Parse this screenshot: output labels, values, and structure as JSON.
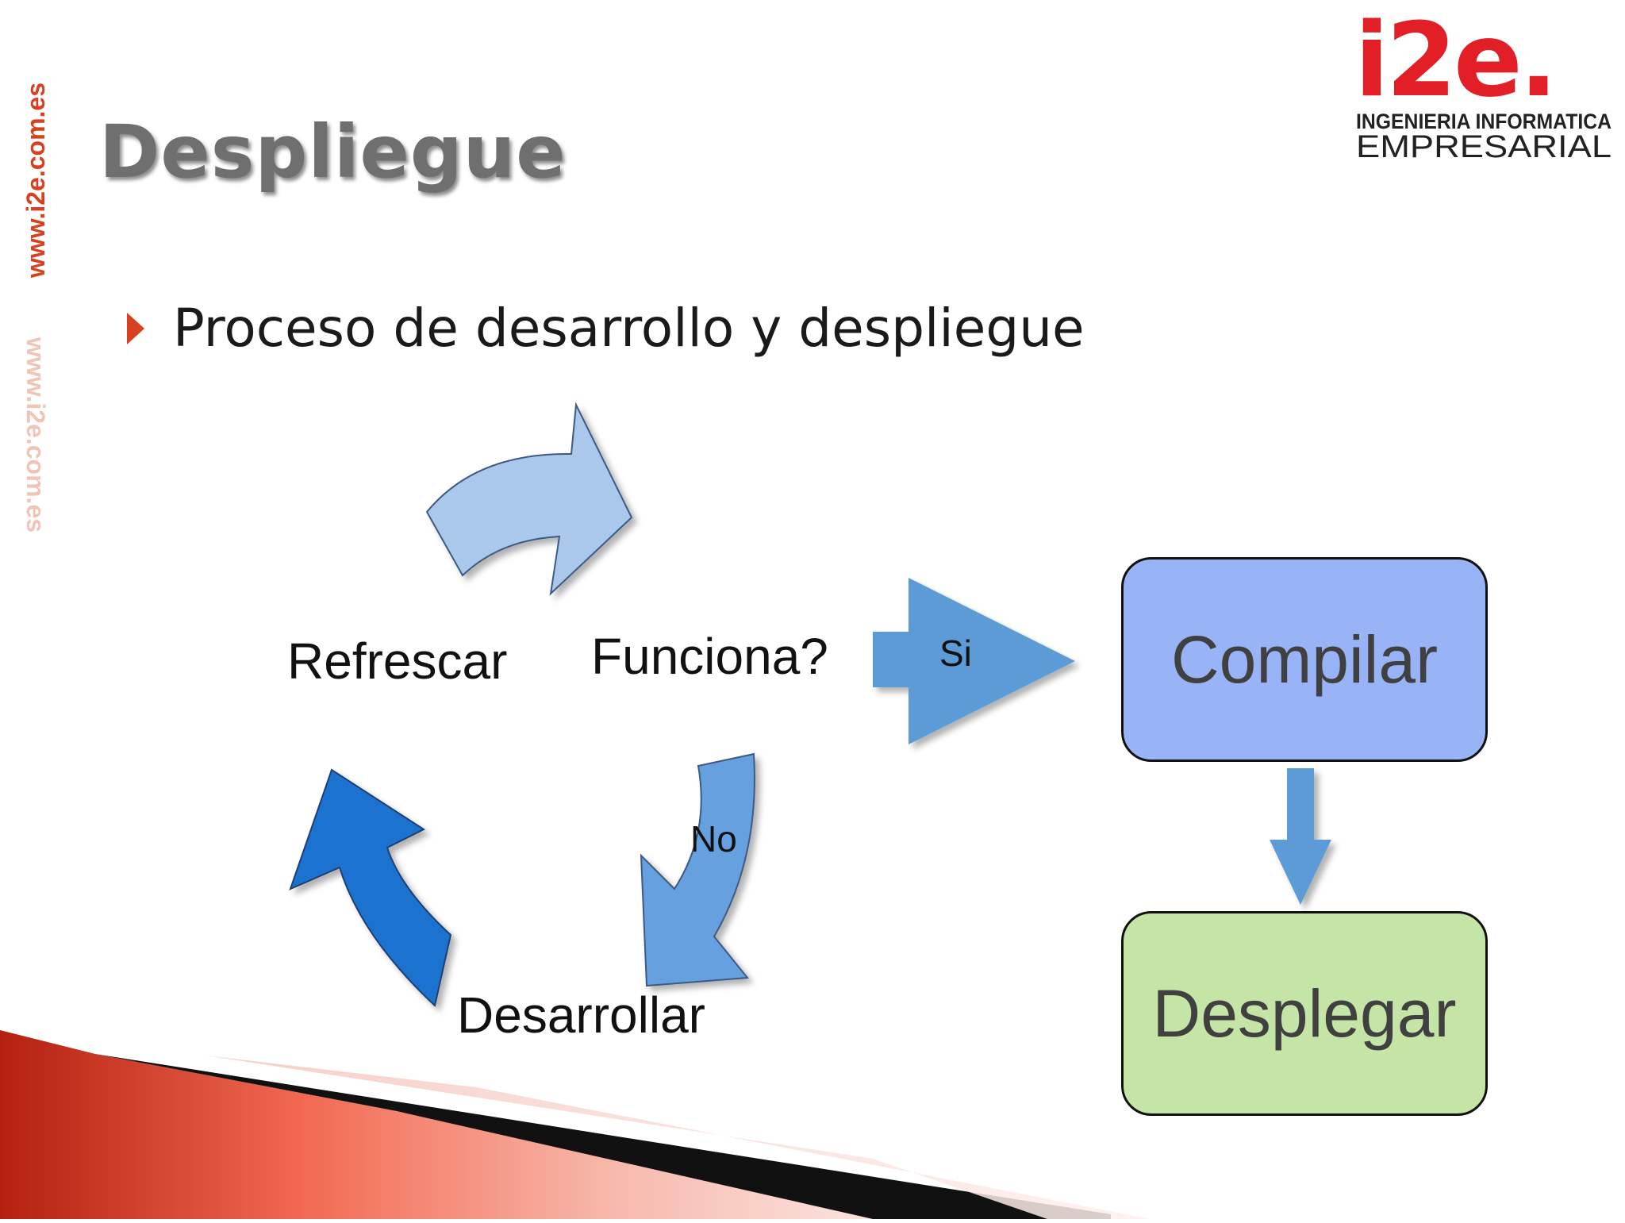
{
  "slide": {
    "title": "Despliegue",
    "bullet": "Proceso de desarrollo y despliegue",
    "side_url_top": "www.i2e.com.es",
    "side_url_bottom": "www.i2e.com.es"
  },
  "logo": {
    "brand": "i2e.",
    "line1": "INGENIERIA INFORMATICA",
    "line2": "EMPRESARIAL"
  },
  "diagram": {
    "cycle_labels": {
      "refrescar": "Refrescar",
      "funciona": "Funciona?",
      "desarrollar": "Desarrollar"
    },
    "branch_labels": {
      "si": "Si",
      "no": "No"
    },
    "boxes": {
      "compilar": "Compilar",
      "desplegar": "Desplegar"
    }
  },
  "colors": {
    "title": "#6f6f6f",
    "accent_red": "#d9401f",
    "arrow_light_blue": "#a9c8ec",
    "arrow_mid_blue": "#66a0de",
    "arrow_dark_blue": "#1f72cf",
    "arrow_si": "#5c9bd6",
    "box_compilar": "#99b3f7",
    "box_desplegar": "#c5e5a6"
  }
}
